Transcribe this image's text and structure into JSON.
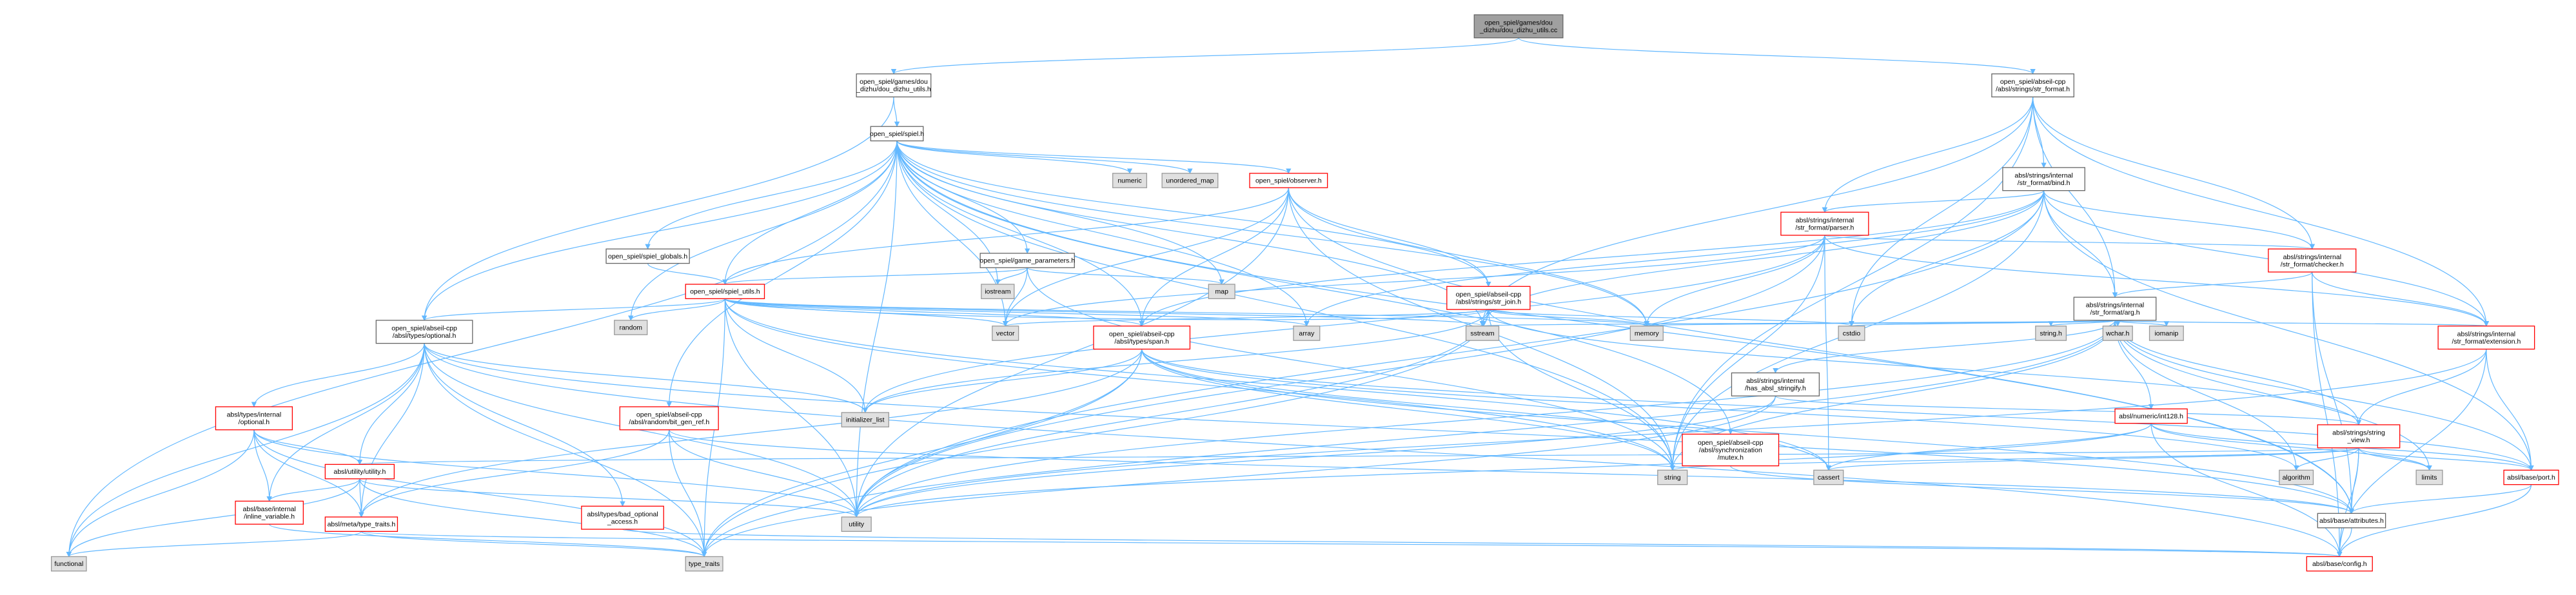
{
  "colors": {
    "root_fill": "#a0a0a0",
    "root_border": "#666666",
    "default_fill": "#ffffff",
    "default_border": "#666666",
    "incomplete_border": "#ff0000",
    "system_fill": "#e0e0e0",
    "system_border": "#999999",
    "edge": "#63b8ff"
  },
  "nodes": {
    "root": {
      "lines": [
        "open_spiel/games/dou",
        "_dizhu/dou_dizhu_utils.cc"
      ],
      "kind": "root"
    },
    "ddu_h": {
      "lines": [
        "open_spiel/games/dou",
        "_dizhu/dou_dizhu_utils.h"
      ],
      "kind": "default"
    },
    "str_format_h": {
      "lines": [
        "open_spiel/abseil-cpp",
        "/absl/strings/str_format.h"
      ],
      "kind": "default"
    },
    "spiel_h": {
      "lines": [
        "open_spiel/spiel.h"
      ],
      "kind": "default"
    },
    "bind_h": {
      "lines": [
        "absl/strings/internal",
        "/str_format/bind.h"
      ],
      "kind": "default"
    },
    "numeric": {
      "lines": [
        "numeric"
      ],
      "kind": "system"
    },
    "unordered_map": {
      "lines": [
        "unordered_map"
      ],
      "kind": "system"
    },
    "observer_h": {
      "lines": [
        "open_spiel/observer.h"
      ],
      "kind": "incomplete"
    },
    "parser_h": {
      "lines": [
        "absl/strings/internal",
        "/str_format/parser.h"
      ],
      "kind": "incomplete"
    },
    "spiel_globals": {
      "lines": [
        "open_spiel/spiel_globals.h"
      ],
      "kind": "default"
    },
    "game_parameters": {
      "lines": [
        "open_spiel/game_parameters.h"
      ],
      "kind": "default"
    },
    "checker_h": {
      "lines": [
        "absl/strings/internal",
        "/str_format/checker.h"
      ],
      "kind": "incomplete"
    },
    "spiel_utils": {
      "lines": [
        "open_spiel/spiel_utils.h"
      ],
      "kind": "incomplete"
    },
    "iostream": {
      "lines": [
        "iostream"
      ],
      "kind": "system"
    },
    "map": {
      "lines": [
        "map"
      ],
      "kind": "system"
    },
    "str_join": {
      "lines": [
        "open_spiel/abseil-cpp",
        "/absl/strings/str_join.h"
      ],
      "kind": "incomplete"
    },
    "arg_h": {
      "lines": [
        "absl/strings/internal",
        "/str_format/arg.h"
      ],
      "kind": "default"
    },
    "random": {
      "lines": [
        "random"
      ],
      "kind": "system"
    },
    "optional_h": {
      "lines": [
        "open_spiel/abseil-cpp",
        "/absl/types/optional.h"
      ],
      "kind": "default"
    },
    "vector": {
      "lines": [
        "vector"
      ],
      "kind": "system"
    },
    "array": {
      "lines": [
        "array"
      ],
      "kind": "system"
    },
    "span_h": {
      "lines": [
        "open_spiel/abseil-cpp",
        "/absl/types/span.h"
      ],
      "kind": "incomplete"
    },
    "memory": {
      "lines": [
        "memory"
      ],
      "kind": "system"
    },
    "sstream": {
      "lines": [
        "sstream"
      ],
      "kind": "system"
    },
    "cstdio": {
      "lines": [
        "cstdio"
      ],
      "kind": "system"
    },
    "string_h": {
      "lines": [
        "string.h"
      ],
      "kind": "system"
    },
    "wchar_h": {
      "lines": [
        "wchar.h"
      ],
      "kind": "system"
    },
    "iomanip": {
      "lines": [
        "iomanip"
      ],
      "kind": "system"
    },
    "extension_h": {
      "lines": [
        "absl/strings/internal",
        "/str_format/extension.h"
      ],
      "kind": "incomplete"
    },
    "has_absl_stringify": {
      "lines": [
        "absl/strings/internal",
        "/has_absl_stringify.h"
      ],
      "kind": "default"
    },
    "types_internal_optional": {
      "lines": [
        "absl/types/internal",
        "/optional.h"
      ],
      "kind": "incomplete"
    },
    "bit_gen_ref": {
      "lines": [
        "open_spiel/abseil-cpp",
        "/absl/random/bit_gen_ref.h"
      ],
      "kind": "incomplete"
    },
    "initializer_list": {
      "lines": [
        "initializer_list"
      ],
      "kind": "system"
    },
    "mutex_h": {
      "lines": [
        "open_spiel/abseil-cpp",
        "/absl/synchronization",
        "/mutex.h"
      ],
      "kind": "incomplete"
    },
    "string_view_h": {
      "lines": [
        "absl/strings/string",
        "_view.h"
      ],
      "kind": "incomplete"
    },
    "int128_h": {
      "lines": [
        "absl/numeric/int128.h"
      ],
      "kind": "incomplete"
    },
    "utility_h": {
      "lines": [
        "absl/utility/utility.h"
      ],
      "kind": "incomplete"
    },
    "string": {
      "lines": [
        "string"
      ],
      "kind": "system"
    },
    "cassert": {
      "lines": [
        "cassert"
      ],
      "kind": "system"
    },
    "algorithm": {
      "lines": [
        "algorithm"
      ],
      "kind": "system"
    },
    "limits": {
      "lines": [
        "limits"
      ],
      "kind": "system"
    },
    "port_h": {
      "lines": [
        "absl/base/port.h"
      ],
      "kind": "incomplete"
    },
    "inline_variable": {
      "lines": [
        "absl/base/internal",
        "/inline_variable.h"
      ],
      "kind": "incomplete"
    },
    "bad_optional_access": {
      "lines": [
        "absl/types/bad_optional",
        "_access.h"
      ],
      "kind": "incomplete"
    },
    "type_traits_h": {
      "lines": [
        "absl/meta/type_traits.h"
      ],
      "kind": "incomplete"
    },
    "utility": {
      "lines": [
        "utility"
      ],
      "kind": "system"
    },
    "attributes_h": {
      "lines": [
        "absl/base/attributes.h"
      ],
      "kind": "default"
    },
    "functional": {
      "lines": [
        "functional"
      ],
      "kind": "system"
    },
    "type_traits": {
      "lines": [
        "type_traits"
      ],
      "kind": "system"
    },
    "config_h": {
      "lines": [
        "absl/base/config.h"
      ],
      "kind": "incomplete"
    }
  },
  "edges": [
    [
      "root",
      "ddu_h"
    ],
    [
      "root",
      "str_format_h"
    ],
    [
      "ddu_h",
      "spiel_h"
    ],
    [
      "ddu_h",
      "optional_h"
    ],
    [
      "str_format_h",
      "bind_h"
    ],
    [
      "str_format_h",
      "parser_h"
    ],
    [
      "str_format_h",
      "checker_h"
    ],
    [
      "str_format_h",
      "arg_h"
    ],
    [
      "str_format_h",
      "extension_h"
    ],
    [
      "str_format_h",
      "cstdio"
    ],
    [
      "str_format_h",
      "string"
    ],
    [
      "str_format_h",
      "sstream"
    ],
    [
      "spiel_h",
      "numeric"
    ],
    [
      "spiel_h",
      "unordered_map"
    ],
    [
      "spiel_h",
      "observer_h"
    ],
    [
      "spiel_h",
      "spiel_globals"
    ],
    [
      "spiel_h",
      "game_parameters"
    ],
    [
      "spiel_h",
      "spiel_utils"
    ],
    [
      "spiel_h",
      "iostream"
    ],
    [
      "spiel_h",
      "map"
    ],
    [
      "spiel_h",
      "str_join"
    ],
    [
      "spiel_h",
      "random"
    ],
    [
      "spiel_h",
      "optional_h"
    ],
    [
      "spiel_h",
      "vector"
    ],
    [
      "spiel_h",
      "array"
    ],
    [
      "spiel_h",
      "span_h"
    ],
    [
      "spiel_h",
      "memory"
    ],
    [
      "spiel_h",
      "sstream"
    ],
    [
      "spiel_h",
      "bit_gen_ref"
    ],
    [
      "spiel_h",
      "mutex_h"
    ],
    [
      "spiel_h",
      "string"
    ],
    [
      "spiel_h",
      "utility"
    ],
    [
      "spiel_h",
      "functional"
    ],
    [
      "spiel_h",
      "attributes_h"
    ],
    [
      "bind_h",
      "parser_h"
    ],
    [
      "bind_h",
      "checker_h"
    ],
    [
      "bind_h",
      "arg_h"
    ],
    [
      "bind_h",
      "span_h"
    ],
    [
      "bind_h",
      "cstdio"
    ],
    [
      "bind_h",
      "sstream"
    ],
    [
      "bind_h",
      "string"
    ],
    [
      "bind_h",
      "array"
    ],
    [
      "bind_h",
      "port_h"
    ],
    [
      "bind_h",
      "utility"
    ],
    [
      "bind_h",
      "extension_h"
    ],
    [
      "observer_h",
      "spiel_utils"
    ],
    [
      "observer_h",
      "str_join"
    ],
    [
      "observer_h",
      "span_h"
    ],
    [
      "observer_h",
      "memory"
    ],
    [
      "observer_h",
      "vector"
    ],
    [
      "observer_h",
      "string"
    ],
    [
      "observer_h",
      "utility"
    ],
    [
      "observer_h",
      "attributes_h"
    ],
    [
      "parser_h",
      "checker_h"
    ],
    [
      "parser_h",
      "extension_h"
    ],
    [
      "parser_h",
      "cassert"
    ],
    [
      "parser_h",
      "string"
    ],
    [
      "parser_h",
      "memory"
    ],
    [
      "parser_h",
      "initializer_list"
    ],
    [
      "parser_h",
      "vector"
    ],
    [
      "parser_h",
      "utility"
    ],
    [
      "spiel_globals",
      "spiel_utils"
    ],
    [
      "game_parameters",
      "spiel_utils"
    ],
    [
      "game_parameters",
      "iostream"
    ],
    [
      "game_parameters",
      "map"
    ],
    [
      "game_parameters",
      "string"
    ],
    [
      "game_parameters",
      "vector"
    ],
    [
      "checker_h",
      "arg_h"
    ],
    [
      "checker_h",
      "extension_h"
    ],
    [
      "checker_h",
      "config_h"
    ],
    [
      "checker_h",
      "attributes_h"
    ],
    [
      "spiel_utils",
      "random"
    ],
    [
      "spiel_utils",
      "optional_h"
    ],
    [
      "spiel_utils",
      "vector"
    ],
    [
      "spiel_utils",
      "span_h"
    ],
    [
      "spiel_utils",
      "str_join"
    ],
    [
      "spiel_utils",
      "sstream"
    ],
    [
      "spiel_utils",
      "memory"
    ],
    [
      "spiel_utils",
      "array"
    ],
    [
      "spiel_utils",
      "string"
    ],
    [
      "spiel_utils",
      "type_traits"
    ],
    [
      "spiel_utils",
      "utility"
    ],
    [
      "spiel_utils",
      "cassert"
    ],
    [
      "spiel_utils",
      "initializer_list"
    ],
    [
      "str_join",
      "cstdio"
    ],
    [
      "str_join",
      "string"
    ],
    [
      "str_join",
      "vector"
    ],
    [
      "str_join",
      "initializer_list"
    ],
    [
      "str_join",
      "type_traits"
    ],
    [
      "str_join",
      "utility"
    ],
    [
      "str_join",
      "string_view_h"
    ],
    [
      "str_join",
      "memory"
    ],
    [
      "arg_h",
      "sstream"
    ],
    [
      "arg_h",
      "cstdio"
    ],
    [
      "arg_h",
      "string_h"
    ],
    [
      "arg_h",
      "wchar_h"
    ],
    [
      "arg_h",
      "iomanip"
    ],
    [
      "arg_h",
      "extension_h"
    ],
    [
      "arg_h",
      "has_absl_stringify"
    ],
    [
      "arg_h",
      "string_view_h"
    ],
    [
      "arg_h",
      "int128_h"
    ],
    [
      "arg_h",
      "memory"
    ],
    [
      "arg_h",
      "string"
    ],
    [
      "arg_h",
      "limits"
    ],
    [
      "arg_h",
      "type_traits"
    ],
    [
      "arg_h",
      "utility"
    ],
    [
      "arg_h",
      "port_h"
    ],
    [
      "arg_h",
      "algorithm"
    ],
    [
      "optional_h",
      "types_internal_optional"
    ],
    [
      "optional_h",
      "utility_h"
    ],
    [
      "optional_h",
      "inline_variable"
    ],
    [
      "optional_h",
      "bad_optional_access"
    ],
    [
      "optional_h",
      "type_traits_h"
    ],
    [
      "optional_h",
      "utility"
    ],
    [
      "optional_h",
      "functional"
    ],
    [
      "optional_h",
      "type_traits"
    ],
    [
      "optional_h",
      "initializer_list"
    ],
    [
      "optional_h",
      "attributes_h"
    ],
    [
      "optional_h",
      "config_h"
    ],
    [
      "span_h",
      "initializer_list"
    ],
    [
      "span_h",
      "cassert"
    ],
    [
      "span_h",
      "algorithm"
    ],
    [
      "span_h",
      "string"
    ],
    [
      "span_h",
      "type_traits"
    ],
    [
      "span_h",
      "utility"
    ],
    [
      "span_h",
      "type_traits_h"
    ],
    [
      "span_h",
      "attributes_h"
    ],
    [
      "span_h",
      "port_h"
    ],
    [
      "extension_h",
      "string_view_h"
    ],
    [
      "extension_h",
      "port_h"
    ],
    [
      "extension_h",
      "config_h"
    ],
    [
      "extension_h",
      "utility"
    ],
    [
      "has_absl_stringify",
      "string_view_h"
    ],
    [
      "has_absl_stringify",
      "utility"
    ],
    [
      "has_absl_stringify",
      "type_traits"
    ],
    [
      "types_internal_optional",
      "functional"
    ],
    [
      "types_internal_optional",
      "type_traits"
    ],
    [
      "types_internal_optional",
      "utility_h"
    ],
    [
      "types_internal_optional",
      "inline_variable"
    ],
    [
      "types_internal_optional",
      "type_traits_h"
    ],
    [
      "types_internal_optional",
      "utility"
    ],
    [
      "bit_gen_ref",
      "type_traits"
    ],
    [
      "bit_gen_ref",
      "utility"
    ],
    [
      "bit_gen_ref",
      "type_traits_h"
    ],
    [
      "bit_gen_ref",
      "attributes_h"
    ],
    [
      "mutex_h",
      "attributes_h"
    ],
    [
      "string_view_h",
      "algorithm"
    ],
    [
      "string_view_h",
      "cassert"
    ],
    [
      "string_view_h",
      "limits"
    ],
    [
      "string_view_h",
      "string"
    ],
    [
      "string_view_h",
      "port_h"
    ],
    [
      "string_view_h",
      "utility_h"
    ],
    [
      "string_view_h",
      "attributes_h"
    ],
    [
      "string_view_h",
      "config_h"
    ],
    [
      "int128_h",
      "limits"
    ],
    [
      "int128_h",
      "cassert"
    ],
    [
      "int128_h",
      "port_h"
    ],
    [
      "int128_h",
      "config_h"
    ],
    [
      "int128_h",
      "utility"
    ],
    [
      "utility_h",
      "utility"
    ],
    [
      "utility_h",
      "type_traits"
    ],
    [
      "utility_h",
      "type_traits_h"
    ],
    [
      "utility_h",
      "inline_variable"
    ],
    [
      "utility_h",
      "functional"
    ],
    [
      "port_h",
      "attributes_h"
    ],
    [
      "port_h",
      "config_h"
    ],
    [
      "inline_variable",
      "type_traits"
    ],
    [
      "bad_optional_access",
      "config_h"
    ],
    [
      "type_traits_h",
      "functional"
    ],
    [
      "type_traits_h",
      "type_traits"
    ],
    [
      "type_traits_h",
      "config_h"
    ],
    [
      "attributes_h",
      "config_h"
    ]
  ]
}
